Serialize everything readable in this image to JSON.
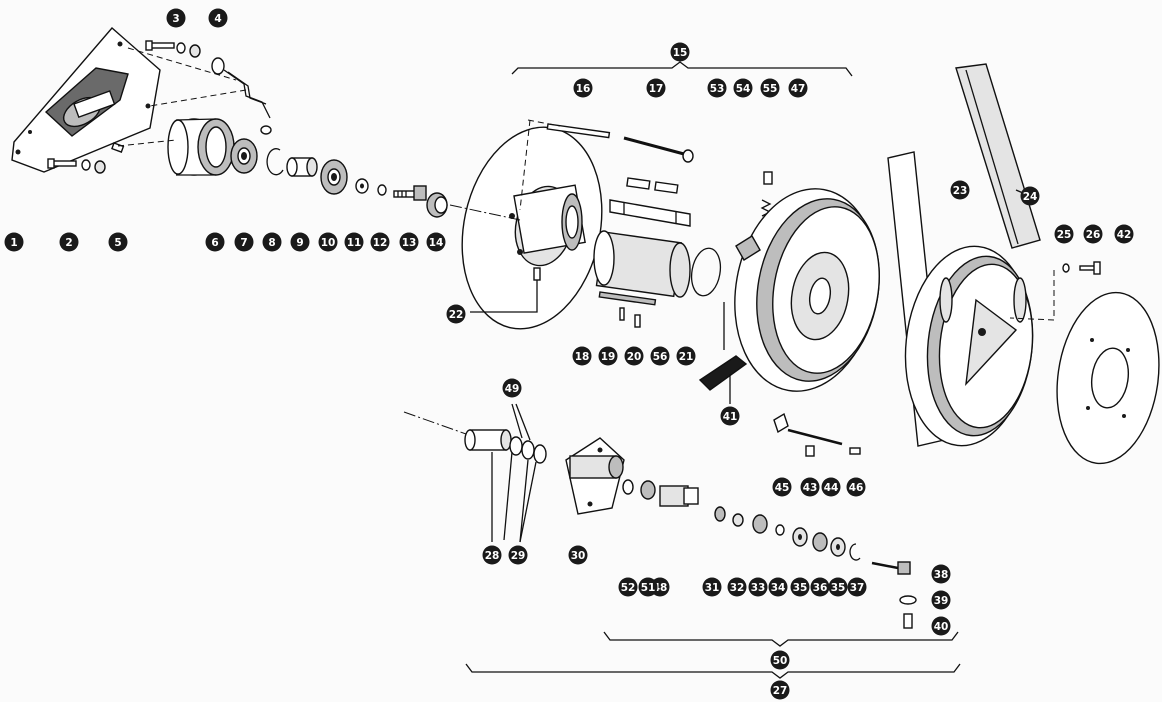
{
  "callouts": [
    {
      "id": "1",
      "label": "1"
    },
    {
      "id": "2",
      "label": "2"
    },
    {
      "id": "3",
      "label": "3"
    },
    {
      "id": "4",
      "label": "4"
    },
    {
      "id": "5",
      "label": "5"
    },
    {
      "id": "6",
      "label": "6"
    },
    {
      "id": "7",
      "label": "7"
    },
    {
      "id": "8",
      "label": "8"
    },
    {
      "id": "9",
      "label": "9"
    },
    {
      "id": "10",
      "label": "10"
    },
    {
      "id": "11",
      "label": "11"
    },
    {
      "id": "12",
      "label": "12"
    },
    {
      "id": "13",
      "label": "13"
    },
    {
      "id": "14",
      "label": "14"
    },
    {
      "id": "15",
      "label": "15"
    },
    {
      "id": "16",
      "label": "16"
    },
    {
      "id": "17",
      "label": "17"
    },
    {
      "id": "18",
      "label": "18"
    },
    {
      "id": "19",
      "label": "19"
    },
    {
      "id": "20",
      "label": "20"
    },
    {
      "id": "21",
      "label": "21"
    },
    {
      "id": "22",
      "label": "22"
    },
    {
      "id": "23",
      "label": "23"
    },
    {
      "id": "24",
      "label": "24"
    },
    {
      "id": "25",
      "label": "25"
    },
    {
      "id": "26",
      "label": "26"
    },
    {
      "id": "27",
      "label": "27"
    },
    {
      "id": "28",
      "label": "28"
    },
    {
      "id": "29",
      "label": "29"
    },
    {
      "id": "30",
      "label": "30"
    },
    {
      "id": "31",
      "label": "31"
    },
    {
      "id": "32",
      "label": "32"
    },
    {
      "id": "33",
      "label": "33"
    },
    {
      "id": "34",
      "label": "34"
    },
    {
      "id": "35a",
      "label": "35"
    },
    {
      "id": "36",
      "label": "36"
    },
    {
      "id": "35b",
      "label": "35"
    },
    {
      "id": "37",
      "label": "37"
    },
    {
      "id": "38",
      "label": "38"
    },
    {
      "id": "39",
      "label": "39"
    },
    {
      "id": "40",
      "label": "40"
    },
    {
      "id": "41",
      "label": "41"
    },
    {
      "id": "42",
      "label": "42"
    },
    {
      "id": "43",
      "label": "43"
    },
    {
      "id": "44",
      "label": "44"
    },
    {
      "id": "45",
      "label": "45"
    },
    {
      "id": "46",
      "label": "46"
    },
    {
      "id": "47",
      "label": "47"
    },
    {
      "id": "48",
      "label": "48"
    },
    {
      "id": "49",
      "label": "49"
    },
    {
      "id": "50",
      "label": "50"
    },
    {
      "id": "51",
      "label": "51"
    },
    {
      "id": "52",
      "label": "52"
    },
    {
      "id": "53",
      "label": "53"
    },
    {
      "id": "54",
      "label": "54"
    },
    {
      "id": "55",
      "label": "55"
    },
    {
      "id": "56",
      "label": "56"
    }
  ],
  "colors": {
    "ink": "#1a1a1a",
    "paper": "#fbfbfb",
    "label_text": "#ffffff"
  }
}
